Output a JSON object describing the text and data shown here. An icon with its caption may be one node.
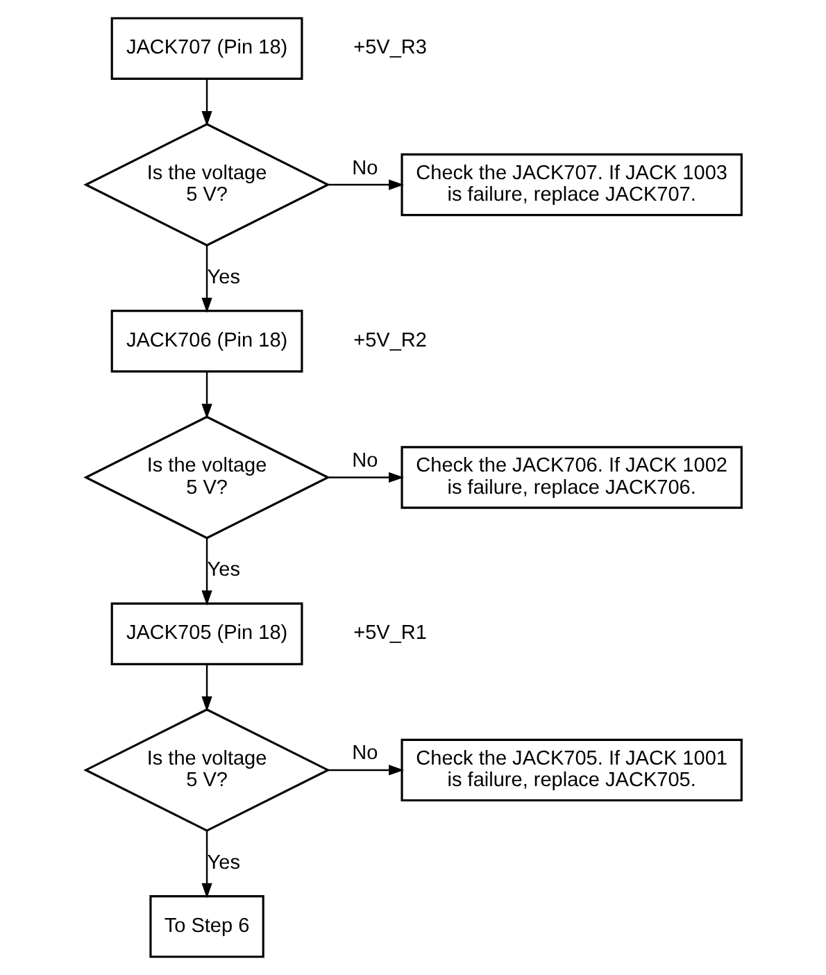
{
  "diagram": {
    "nodes": [
      {
        "text": [
          "JACK707 (Pin 18)"
        ],
        "beside": [
          "+5V_R3"
        ]
      },
      {
        "text": [
          "Is the voltage 5 V?"
        ]
      },
      {
        "text": [
          "Check the JACK707. If JACK 1003 is failure, replace JACK707."
        ]
      },
      {
        "text": [
          "JACK706 (Pin 18)"
        ],
        "beside": [
          "+5V_R2"
        ]
      },
      {
        "text": [
          "Is the voltage 5 V?"
        ]
      },
      {
        "text": [
          "Check the JACK706. If JACK 1002 is failure, replace JACK706."
        ]
      },
      {
        "text": [
          "JACK705 (Pin 18)"
        ],
        "beside": [
          "+5V_R1"
        ]
      },
      {
        "text": [
          "Is the voltage 5 V?"
        ]
      },
      {
        "text": [
          "Check the JACK705. If JACK 1001 is failure, replace JACK705."
        ]
      },
      {
        "text": [
          "To Step 6"
        ]
      }
    ],
    "edges": [
      {
        "from": 0,
        "to": 1,
        "arrow": "to"
      },
      {
        "from": 1,
        "to": 2,
        "arrow": "to",
        "label": "No"
      },
      {
        "from": 1,
        "to": 3,
        "arrow": "to",
        "label": "Yes"
      },
      {
        "from": 3,
        "to": 4,
        "arrow": "to"
      },
      {
        "from": 4,
        "to": 5,
        "arrow": "to",
        "label": "No"
      },
      {
        "from": 4,
        "to": 6,
        "arrow": "to",
        "label": "Yes"
      },
      {
        "from": 6,
        "to": 7,
        "arrow": "to"
      },
      {
        "from": 7,
        "to": 8,
        "arrow": "to",
        "label": "No"
      },
      {
        "from": 7,
        "to": 9,
        "arrow": "to",
        "label": "Yes"
      }
    ]
  }
}
